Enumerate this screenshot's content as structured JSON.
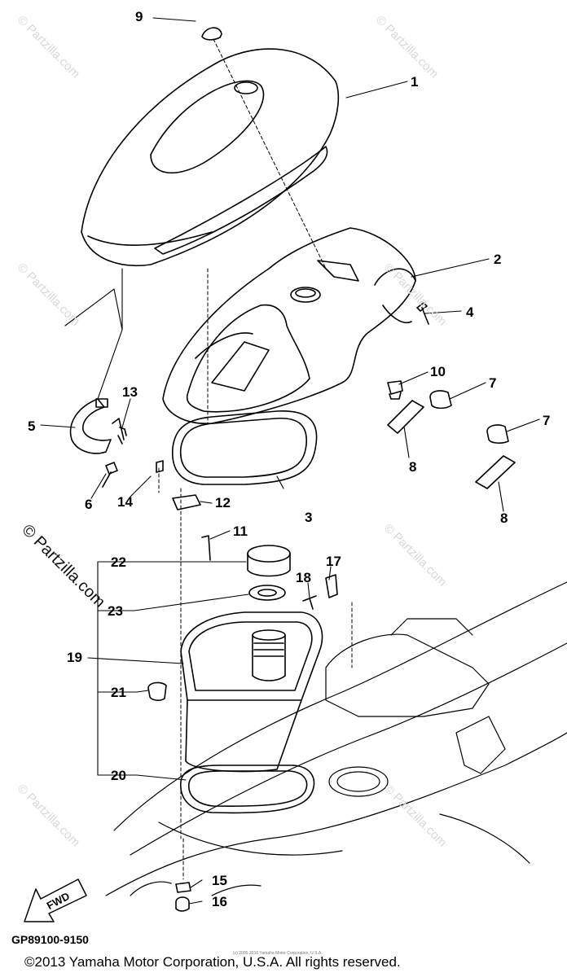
{
  "diagram": {
    "part_numbers": {
      "p1": "1",
      "p2": "2",
      "p3": "3",
      "p4": "4",
      "p5": "5",
      "p6": "6",
      "p7a": "7",
      "p7b": "7",
      "p8a": "8",
      "p8b": "8",
      "p9": "9",
      "p10": "10",
      "p11": "11",
      "p12": "12",
      "p13": "13",
      "p14": "14",
      "p15": "15",
      "p16": "16",
      "p17": "17",
      "p18": "18",
      "p19": "19",
      "p20": "20",
      "p21": "21",
      "p22": "22",
      "p23": "23"
    },
    "fwd_arrow_text": "FWD",
    "drawing_code": "GP89100-9150",
    "copyright": "©2013 Yamaha Motor Corporation, U.S.A. All rights reserved.",
    "tiny_note": "(c) 2005-2016 Yamaha Motor Corporation, U.S.A.",
    "watermark_small": "© Partzilla.com",
    "watermark_large": "© Partzilla.com"
  }
}
